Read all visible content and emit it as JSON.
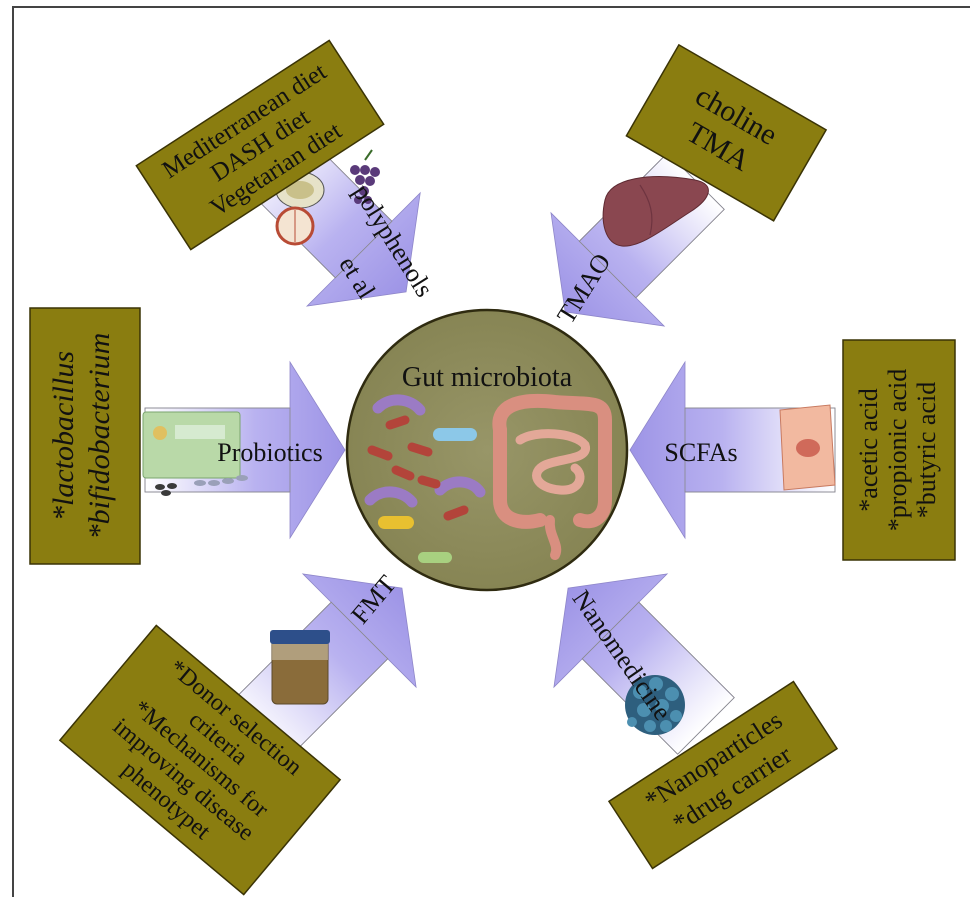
{
  "center": {
    "title": "Gut microbiota"
  },
  "arrows": {
    "probiotics": "Probiotics",
    "diet": {
      "line1": "polyphenols",
      "line2": "et al"
    },
    "tmao": "TMAO",
    "scfas": "SCFAs",
    "fmt": "FMT",
    "nano": "Nanomedicine"
  },
  "boxes": {
    "diet": [
      "Mediterranean diet",
      "DASH diet",
      "Vegetarian diet"
    ],
    "tmao": [
      "choline",
      "TMA"
    ],
    "probiotics": [
      "*lactobacillus",
      "*bifidobacterium"
    ],
    "scfas": [
      "*acetic acid",
      "*propionic acid",
      "*butyric acid"
    ],
    "fmt": [
      "*Donor selection",
      "criteria",
      "*Mechanisms for",
      "improving disease",
      "phenotypet"
    ],
    "nano": [
      "*Nanoparticles",
      "*drug carrier"
    ]
  },
  "colors": {
    "box_fill": "#8a7d10",
    "circle_fill": "#8e8c5a",
    "arrow_fill": "#a8a0ea"
  },
  "icons": [
    "bacteria-icon",
    "intestine-icon",
    "fruit-icon",
    "grapes-icon",
    "liver-icon",
    "pill-pack-icon",
    "cell-icon",
    "stool-jar-icon",
    "nanoparticle-icon"
  ]
}
